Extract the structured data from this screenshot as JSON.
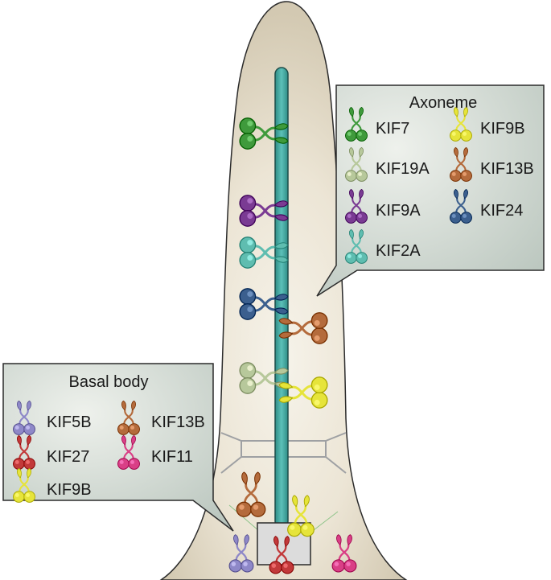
{
  "colors": {
    "cilium_fill": "#d7cfbb",
    "cilium_center": "#f4f0e6",
    "axoneme": "#3fa59e",
    "callout_fill": "#c3cdc5",
    "KIF7": "#3f9a3c",
    "KIF19A": "#b7c89b",
    "KIF9A": "#7a3b93",
    "KIF2A": "#5fbdb0",
    "KIF9B": "#e6e43a",
    "KIF13B": "#b46b3c",
    "KIF24": "#3b5f8e",
    "KIF5B": "#8e88c8",
    "KIF27": "#c2393a",
    "KIF11": "#d93f86"
  },
  "axoneme_box": {
    "title": "Axoneme",
    "legend": [
      {
        "label": "KIF7",
        "icon": "kif7-icon"
      },
      {
        "label": "KIF9B",
        "icon": "kif9b-icon"
      },
      {
        "label": "KIF19A",
        "icon": "kif19a-icon"
      },
      {
        "label": "KIF13B",
        "icon": "kif13b-icon"
      },
      {
        "label": "KIF9A",
        "icon": "kif9a-icon"
      },
      {
        "label": "KIF24",
        "icon": "kif24-icon"
      },
      {
        "label": "KIF2A",
        "icon": "kif2a-icon"
      }
    ]
  },
  "basal_box": {
    "title": "Basal body",
    "legend": [
      {
        "label": "KIF5B",
        "icon": "kif5b-icon"
      },
      {
        "label": "KIF13B",
        "icon": "kif13b-icon"
      },
      {
        "label": "KIF27",
        "icon": "kif27-icon"
      },
      {
        "label": "KIF11",
        "icon": "kif11-icon"
      },
      {
        "label": "KIF9B",
        "icon": "kif9b-icon"
      }
    ]
  }
}
